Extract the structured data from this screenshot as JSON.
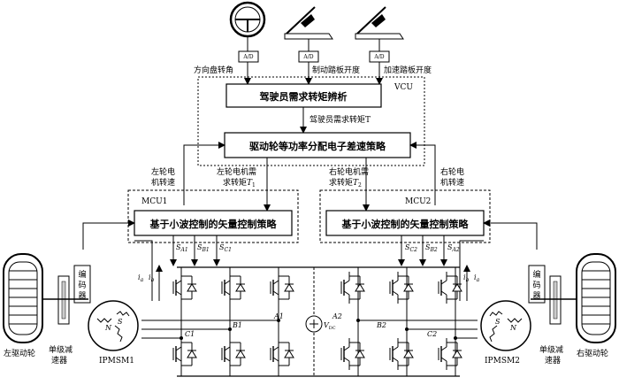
{
  "inputs": {
    "adc_label": "A/D",
    "steering_angle": "方向盘转角",
    "brake_pedal": "制动踏板开度",
    "accel_pedal": "加速踏板开度"
  },
  "vcu": {
    "title": "VCU",
    "torque_analysis": "驾驶员需求转矩辨析",
    "demand_torque": "驾驶员需求转矩T",
    "strategy": "驱动轮等功率分配电子差速策略"
  },
  "feedback": {
    "left_speed_l1": "左轮电",
    "left_speed_l2": "机转速",
    "left_torque_l1": "左轮电机需",
    "left_torque_l2": "求转矩",
    "left_torque_sym": "T",
    "left_torque_sub": "1",
    "right_torque_l1": "右轮电机需",
    "right_torque_l2": "求转矩",
    "right_torque_sym": "T",
    "right_torque_sub": "2",
    "right_speed_l1": "右轮电",
    "right_speed_l2": "机转速"
  },
  "mcu1": {
    "title": "MCU1",
    "label": "基于小波控制的矢量控制策略"
  },
  "mcu2": {
    "title": "MCU2",
    "label": "基于小波控制的矢量控制策略"
  },
  "signals": {
    "sa1": "S",
    "sa1_sub": "A1",
    "sb1": "S",
    "sb1_sub": "B1",
    "sc1": "S",
    "sc1_sub": "C1",
    "sc2": "S",
    "sc2_sub": "C2",
    "sb2": "S",
    "sb2_sub": "B2",
    "sa2": "S",
    "sa2_sub": "A2",
    "ia": "i",
    "ia_sub": "a",
    "ib": "i",
    "ib_sub": "b"
  },
  "inverter": {
    "a1": "A1",
    "b1": "B1",
    "c1": "C1",
    "a2": "A2",
    "b2": "B2",
    "c2": "C2",
    "vdc": "V",
    "vdc_sub": "DC"
  },
  "left_side": {
    "encoder_1": "编",
    "encoder_2": "码",
    "encoder_3": "器",
    "motor_n": "N",
    "motor_s": "S",
    "motor_name": "IPMSM1",
    "wheel": "左驱动轮",
    "reducer_1": "单级减",
    "reducer_2": "速器"
  },
  "right_side": {
    "encoder_1": "编",
    "encoder_2": "码",
    "encoder_3": "器",
    "motor_n": "N",
    "motor_s": "S",
    "motor_name": "IPMSM2",
    "wheel": "右驱动轮",
    "reducer_1": "单级减",
    "reducer_2": "速器"
  }
}
